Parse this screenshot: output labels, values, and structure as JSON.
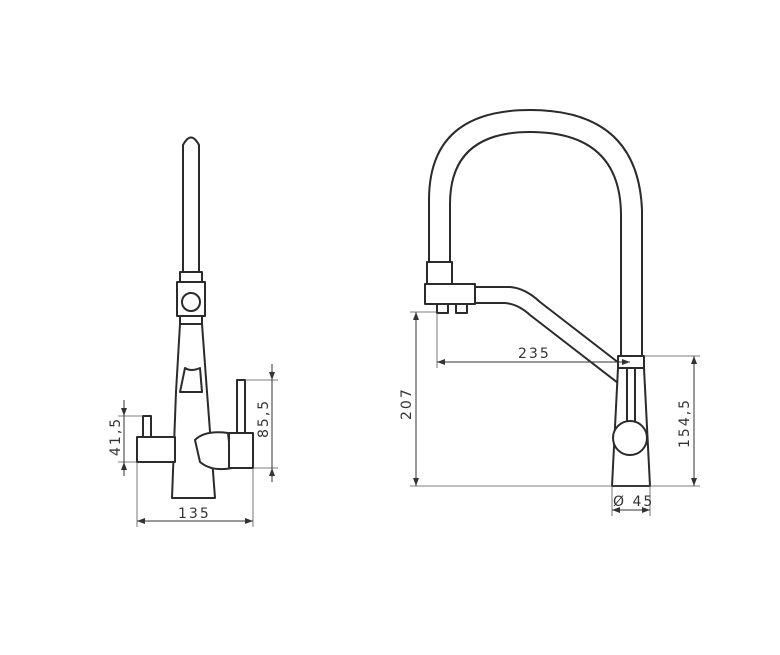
{
  "dimensions": {
    "front_width": "135",
    "front_spout_height": "41,5",
    "front_handle_height": "85,5",
    "side_total_height": "207",
    "side_reach": "235",
    "side_body_height": "154,5",
    "side_diameter": "Ø 45"
  },
  "colors": {
    "line": "#2b2b2b",
    "background": "#ffffff"
  }
}
